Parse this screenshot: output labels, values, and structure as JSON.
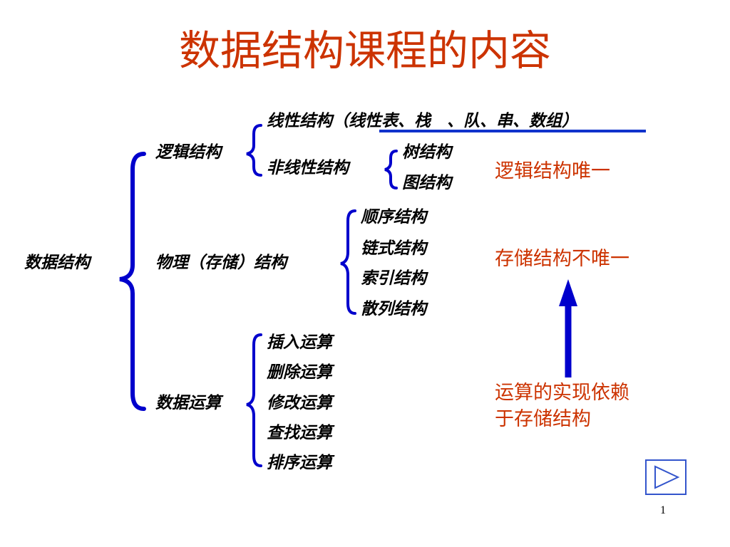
{
  "title": "数据结构课程的内容",
  "root": "数据结构",
  "logical": {
    "label": "逻辑结构",
    "linear": "线性结构（线性表、栈　、队、串、数组）",
    "nonlinear": {
      "label": "非线性结构",
      "items": [
        "树结构",
        "图结构"
      ]
    }
  },
  "physical": {
    "label": "物理（存储）结构",
    "items": [
      "顺序结构",
      "链式结构",
      "索引结构",
      "散列结构"
    ]
  },
  "operations": {
    "label": "数据运算",
    "items": [
      "插入运算",
      "删除运算",
      "修改运算",
      "查找运算",
      "排序运算"
    ]
  },
  "notes": {
    "logical_unique": "逻辑结构唯一",
    "storage_not_unique": "存储结构不唯一",
    "op_line1": "运算的实现依赖",
    "op_line2": "于存储结构"
  },
  "nav": {
    "next_icon": "play-triangle-icon"
  },
  "page_number": "1",
  "colors": {
    "title": "#cc3300",
    "note": "#cc3300",
    "brace": "#0000cc",
    "underline": "#1133cc",
    "arrow": "#0000cc"
  }
}
